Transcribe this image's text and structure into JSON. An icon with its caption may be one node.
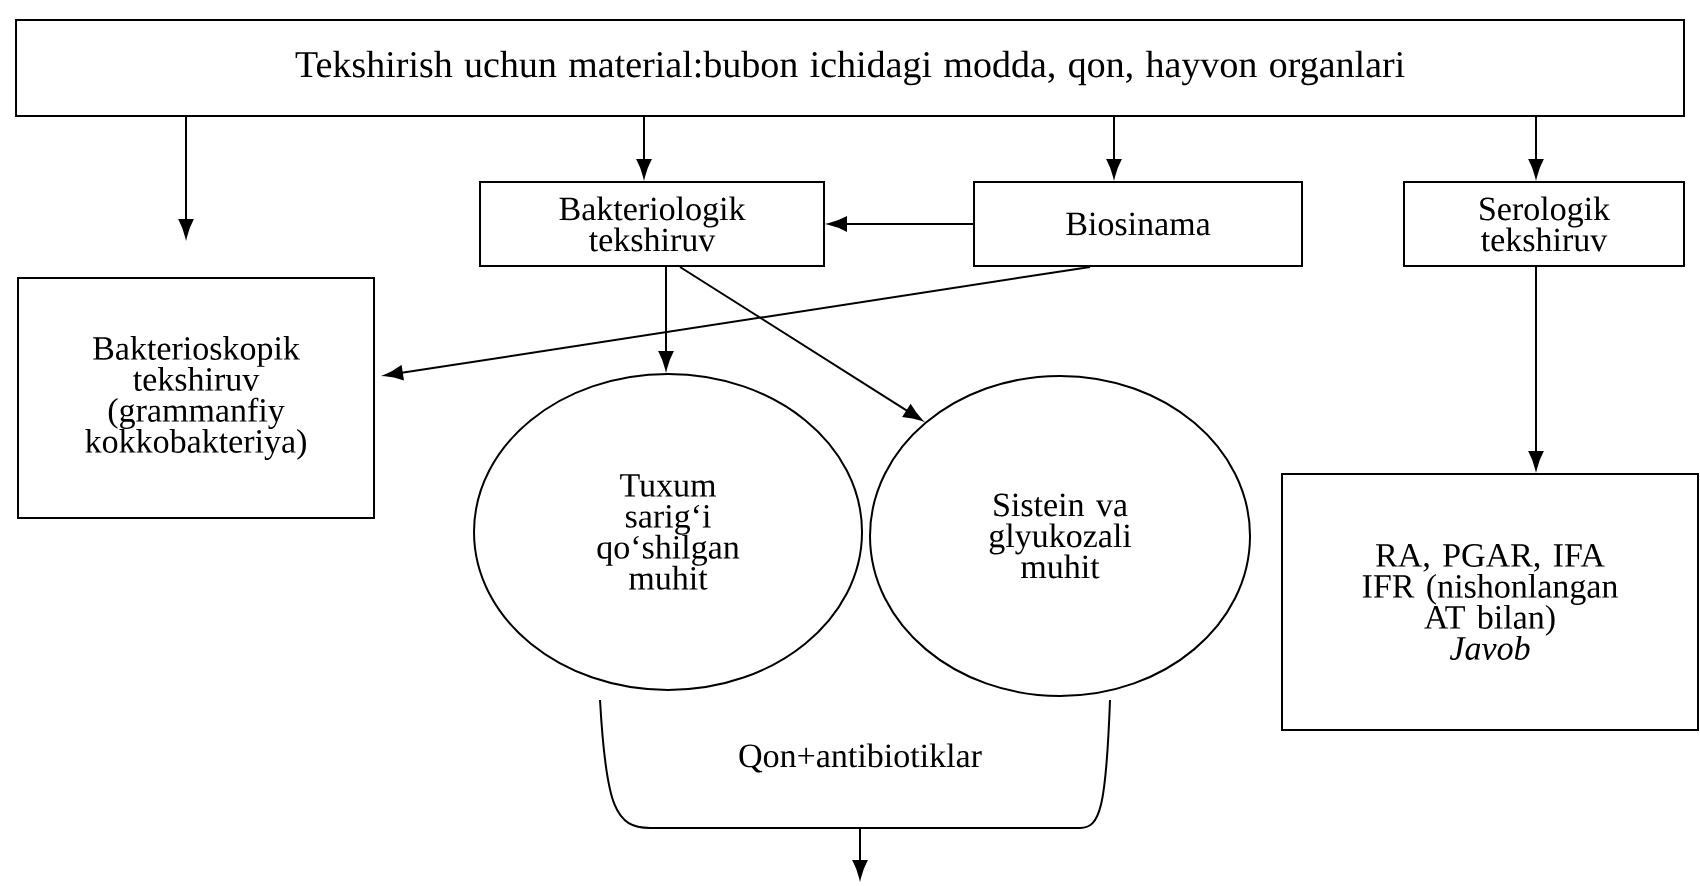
{
  "diagram": {
    "nodes": [
      {
        "text": [
          "Tekshirish uchun material:bubon ichidagi modda, qon, hayvon organlari"
        ]
      },
      {
        "text": [
          "Bakteriologik tekshiruv"
        ]
      },
      {
        "text": [
          "Biosinama"
        ]
      },
      {
        "text": [
          "Serologik tekshiruv"
        ]
      },
      {
        "text": [
          "Bakterioskopik tekshiruv (grammanfiy kokkobakteriya)"
        ]
      },
      {
        "text": [
          "Tuxum sarig‘i qo‘shilgan muhit"
        ]
      },
      {
        "text": [
          "Sistein va glyukozali muhit"
        ]
      },
      {
        "text": [
          "Qon+antibiotiklar"
        ]
      },
      {
        "text": [
          "RA, PGAR, IFA IFR (nishonlangan AT bilan)",
          "Javob"
        ]
      }
    ],
    "edges": [
      {
        "from": 0,
        "to": 4,
        "arrow": "to"
      },
      {
        "from": 0,
        "to": 1,
        "arrow": "to"
      },
      {
        "from": 0,
        "to": 2,
        "arrow": "to"
      },
      {
        "from": 0,
        "to": 3,
        "arrow": "to"
      },
      {
        "from": 2,
        "to": 1,
        "arrow": "to"
      },
      {
        "from": 2,
        "to": 4,
        "arrow": "to"
      },
      {
        "from": 1,
        "to": 5,
        "arrow": "to"
      },
      {
        "from": 1,
        "to": 6,
        "arrow": "to"
      },
      {
        "from": 3,
        "to": 8,
        "arrow": "to"
      },
      {
        "from": 7,
        "to": null,
        "arrow": "to"
      }
    ]
  }
}
